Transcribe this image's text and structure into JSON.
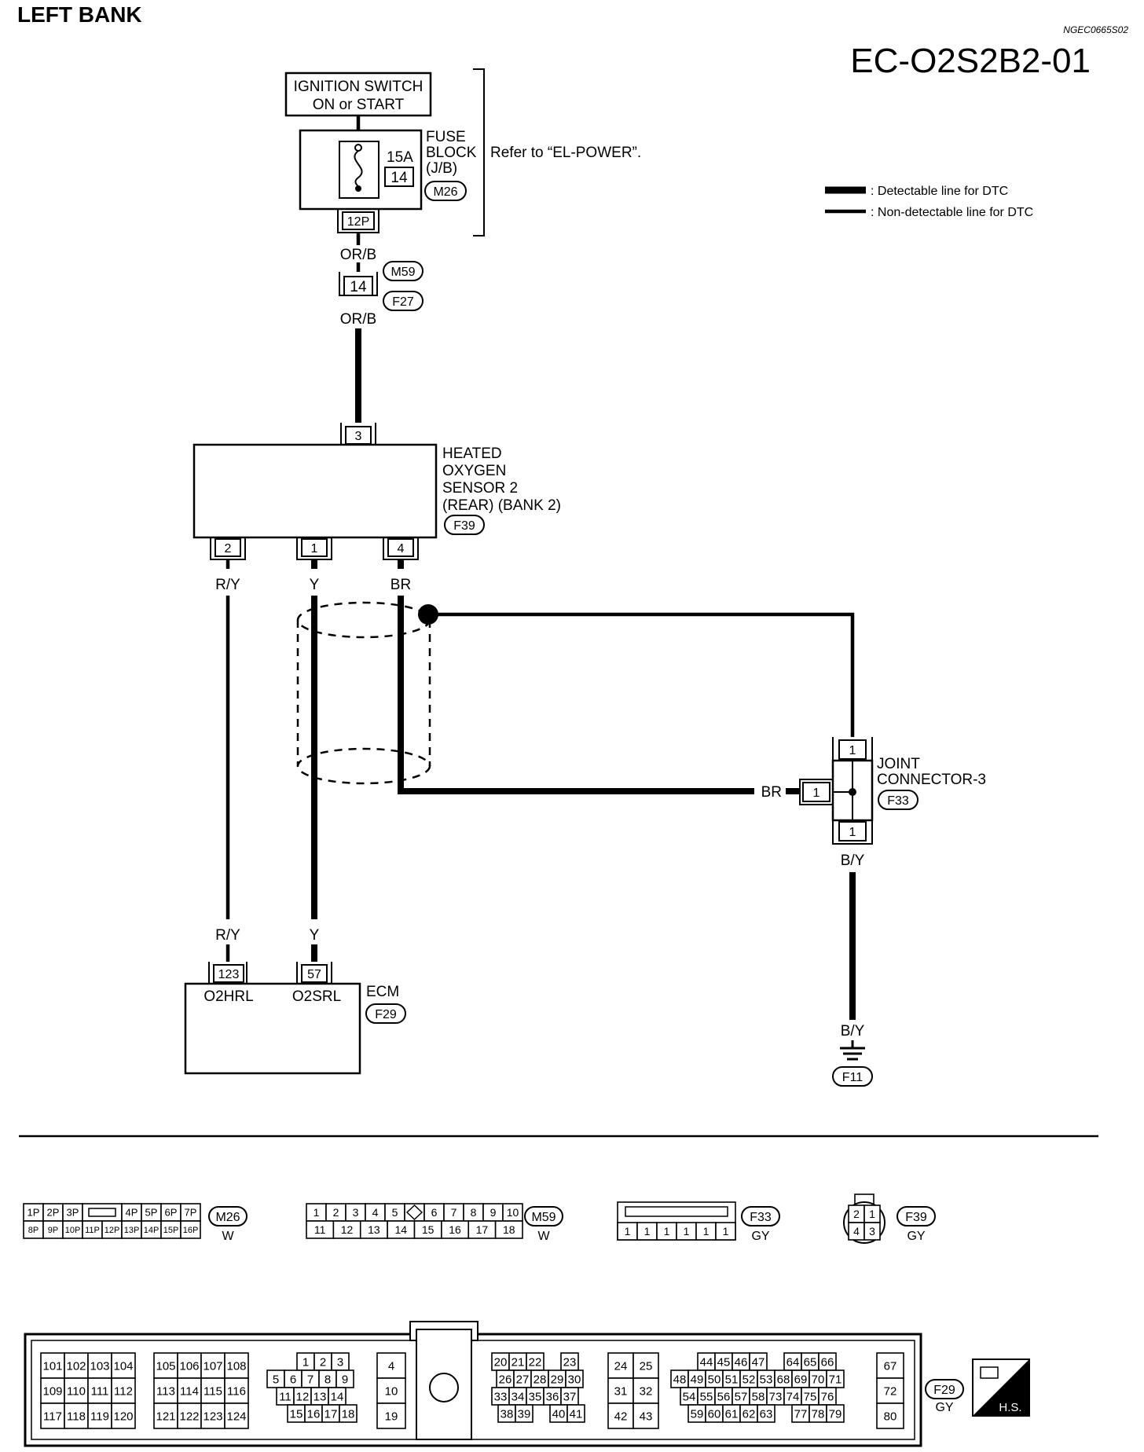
{
  "header": {
    "title": "LEFT BANK",
    "code": "NGEC0665S02",
    "diagram_id": "EC-O2S2B2-01"
  },
  "legend": {
    "detectable": ": Detectable line for DTC",
    "non_detectable": ": Non-detectable line for DTC"
  },
  "ignition": {
    "line1": "IGNITION SWITCH",
    "line2": "ON or START"
  },
  "fuse": {
    "line1": "FUSE",
    "line2": "BLOCK",
    "line3": "(J/B)",
    "rating": "15A",
    "number": "14",
    "connector": "M26",
    "pin": "12P",
    "refer": "Refer to “EL-POWER”."
  },
  "wires": {
    "orb_top": "OR/B",
    "orb_bottom": "OR/B",
    "ry_top": "R/Y",
    "ry_bottom": "R/Y",
    "y_top": "Y",
    "y_bottom": "Y",
    "br_top": "BR",
    "br_joint": "BR",
    "by_top": "B/Y",
    "by_bottom": "B/Y"
  },
  "inline_connector": {
    "pin": "14",
    "top": "M59",
    "bottom": "F27"
  },
  "sensor": {
    "line1": "HEATED",
    "line2": "OXYGEN",
    "line3": "SENSOR 2",
    "line4": "(REAR) (BANK 2)",
    "connector": "F39",
    "pin_top": "3",
    "pin_a": "2",
    "pin_b": "1",
    "pin_c": "4"
  },
  "joint": {
    "line1": "JOINT",
    "line2": "CONNECTOR-3",
    "connector": "F33",
    "pin_top": "1",
    "pin_left": "1",
    "pin_bottom": "1"
  },
  "ecm": {
    "label": "ECM",
    "connector": "F29",
    "pin_a": "123",
    "pin_b": "57",
    "term_a": "O2HRL",
    "term_b": "O2SRL"
  },
  "ground": {
    "connector": "F11"
  },
  "connectors": {
    "m26": {
      "name": "M26",
      "color": "W",
      "row1": [
        "1P",
        "2P",
        "3P",
        "",
        "4P",
        "5P",
        "6P",
        "7P"
      ],
      "row2": [
        "8P",
        "9P",
        "10P",
        "11P",
        "12P",
        "13P",
        "14P",
        "15P",
        "16P"
      ]
    },
    "m59": {
      "name": "M59",
      "color": "W",
      "row1": [
        "1",
        "2",
        "3",
        "4",
        "5",
        "",
        "6",
        "7",
        "8",
        "9",
        "10"
      ],
      "row2": [
        "11",
        "12",
        "13",
        "14",
        "15",
        "16",
        "17",
        "18"
      ]
    },
    "f33": {
      "name": "F33",
      "color": "GY",
      "pins": [
        "1",
        "1",
        "1",
        "1",
        "1",
        "1"
      ]
    },
    "f39": {
      "name": "F39",
      "color": "GY",
      "pins": [
        "2",
        "1",
        "4",
        "3"
      ]
    },
    "f29": {
      "name": "F29",
      "color": "GY",
      "hs": "H.S.",
      "g1": [
        [
          "101",
          "102",
          "103",
          "104"
        ],
        [
          "109",
          "110",
          "111",
          "112"
        ],
        [
          "117",
          "118",
          "119",
          "120"
        ]
      ],
      "g2": [
        [
          "105",
          "106",
          "107",
          "108"
        ],
        [
          "113",
          "114",
          "115",
          "116"
        ],
        [
          "121",
          "122",
          "123",
          "124"
        ]
      ],
      "g3r1": [
        "1",
        "2",
        "3"
      ],
      "g3r2": [
        "5",
        "6",
        "7",
        "8",
        "9"
      ],
      "g3r3": [
        "11",
        "12",
        "13",
        "14"
      ],
      "g3r4": [
        "15",
        "16",
        "17",
        "18"
      ],
      "g4": [
        "4",
        "10",
        "19"
      ],
      "g5r1": [
        "20",
        "21",
        "22",
        "",
        "23"
      ],
      "g5r2": [
        "26",
        "27",
        "28",
        "29",
        "30"
      ],
      "g5r3": [
        "33",
        "34",
        "35",
        "36",
        "37"
      ],
      "g5r4": [
        "38",
        "39",
        "",
        "40",
        "41"
      ],
      "g6": [
        [
          "24",
          "25"
        ],
        [
          "31",
          "32"
        ],
        [
          "42",
          "43"
        ]
      ],
      "g7r1": [
        "44",
        "45",
        "46",
        "47",
        "",
        "64",
        "65",
        "66"
      ],
      "g7r2": [
        "48",
        "49",
        "50",
        "51",
        "52",
        "53",
        "68",
        "69",
        "70",
        "71"
      ],
      "g7r3": [
        "54",
        "55",
        "56",
        "57",
        "58",
        "73",
        "74",
        "75",
        "76"
      ],
      "g7r4": [
        "59",
        "60",
        "61",
        "62",
        "63",
        "",
        "77",
        "78",
        "79"
      ],
      "g8": [
        "67",
        "72",
        "80"
      ]
    }
  }
}
